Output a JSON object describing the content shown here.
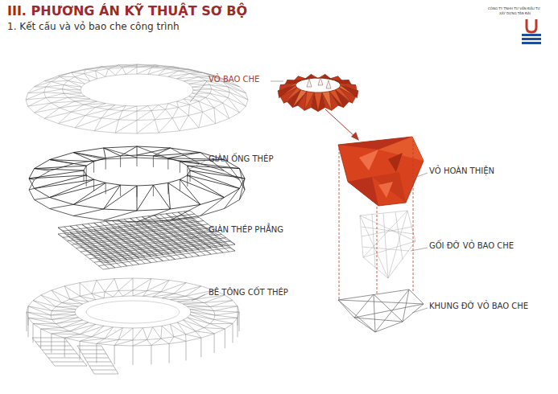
{
  "diagram": {
    "title": "III. PHƯƠNG ÁN KỸ THUẬT SƠ BỘ",
    "labels": [
      "1. Kết cấu và vỏ bao che công trình",
      "CÔNG TY TNHH TƯ VẤN ĐẦU TƯ",
      "XÂY DỰNG TÂN ĐÀI",
      "VỎ BAO CHE",
      "GIÀN ỐNG THÉP",
      "GIÀN THÉP PHẲNG",
      "BÊ TÔNG CỐT THÉP",
      "VỎ HOÀN THIỆN",
      "GỐI ĐỠ VỎ BAO CHE",
      "KHUNG ĐỠ VỎ BAO CHE"
    ]
  }
}
